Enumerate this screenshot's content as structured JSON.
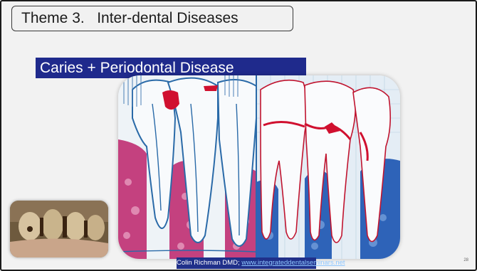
{
  "slide": {
    "title": "Theme 3.   Inter-dental Diseases",
    "subtitle": "Caries + Periodontal Disease",
    "credit_text": "Colin Richman DMD; ",
    "credit_link": "www.integrateddentalseminars.net",
    "page_number": "28"
  },
  "colors": {
    "slide_bg": "#f2f2f2",
    "subtitle_bg": "#1f2a8c",
    "bone_left": "#c4417f",
    "bone_right": "#2e63b8",
    "caries": "#d0102f",
    "credit_bg": "#20308a"
  },
  "images": {
    "illustration": "tooth-cross-section-diagram",
    "photo": "decayed-teeth-photo"
  }
}
